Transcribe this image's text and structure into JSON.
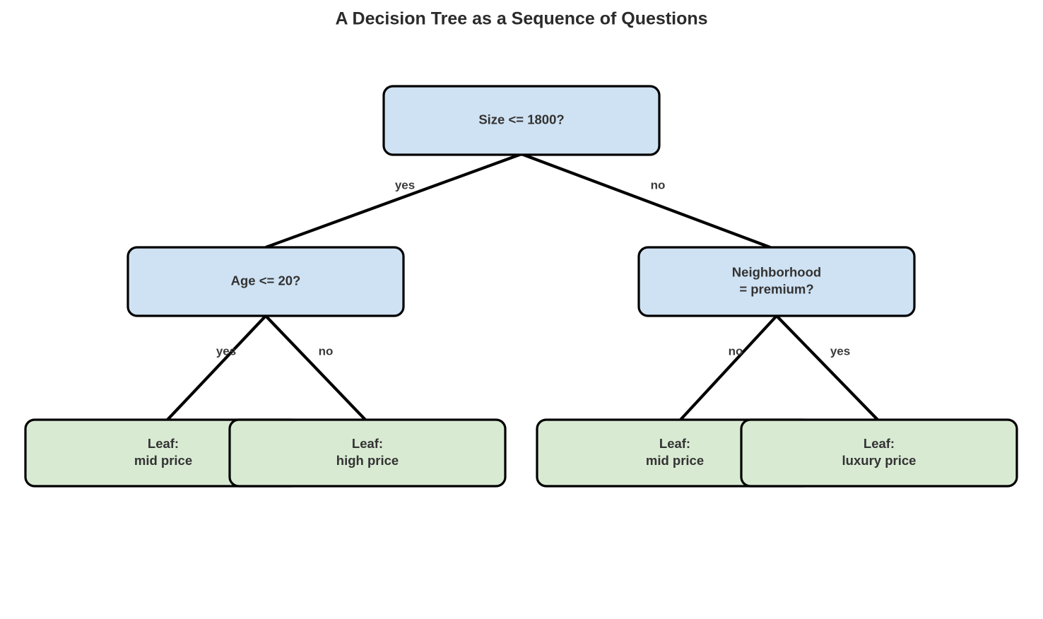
{
  "title": "A Decision Tree as a Sequence of Questions",
  "colors": {
    "decision_fill": "#cfe2f3",
    "leaf_fill": "#d9ead3",
    "border": "#000000",
    "text": "#333333",
    "background": "#ffffff"
  },
  "nodes": {
    "root": {
      "label_line1": "Size <= 1800?",
      "label_line2": "",
      "type": "decision"
    },
    "left_mid": {
      "label_line1": "Age <= 20?",
      "label_line2": "",
      "type": "decision"
    },
    "right_mid": {
      "label_line1": "Neighborhood",
      "label_line2": "= premium?",
      "type": "decision"
    },
    "leaf_1": {
      "label_line1": "Leaf:",
      "label_line2": "mid price",
      "type": "leaf"
    },
    "leaf_2": {
      "label_line1": "Leaf:",
      "label_line2": "high price",
      "type": "leaf"
    },
    "leaf_3": {
      "label_line1": "Leaf:",
      "label_line2": "mid price",
      "type": "leaf"
    },
    "leaf_4": {
      "label_line1": "Leaf:",
      "label_line2": "luxury price",
      "type": "leaf"
    }
  },
  "edges": {
    "root_left": "yes",
    "root_right": "no",
    "left_mid_left": "yes",
    "left_mid_right": "no",
    "right_mid_left": "no",
    "right_mid_right": "yes"
  }
}
